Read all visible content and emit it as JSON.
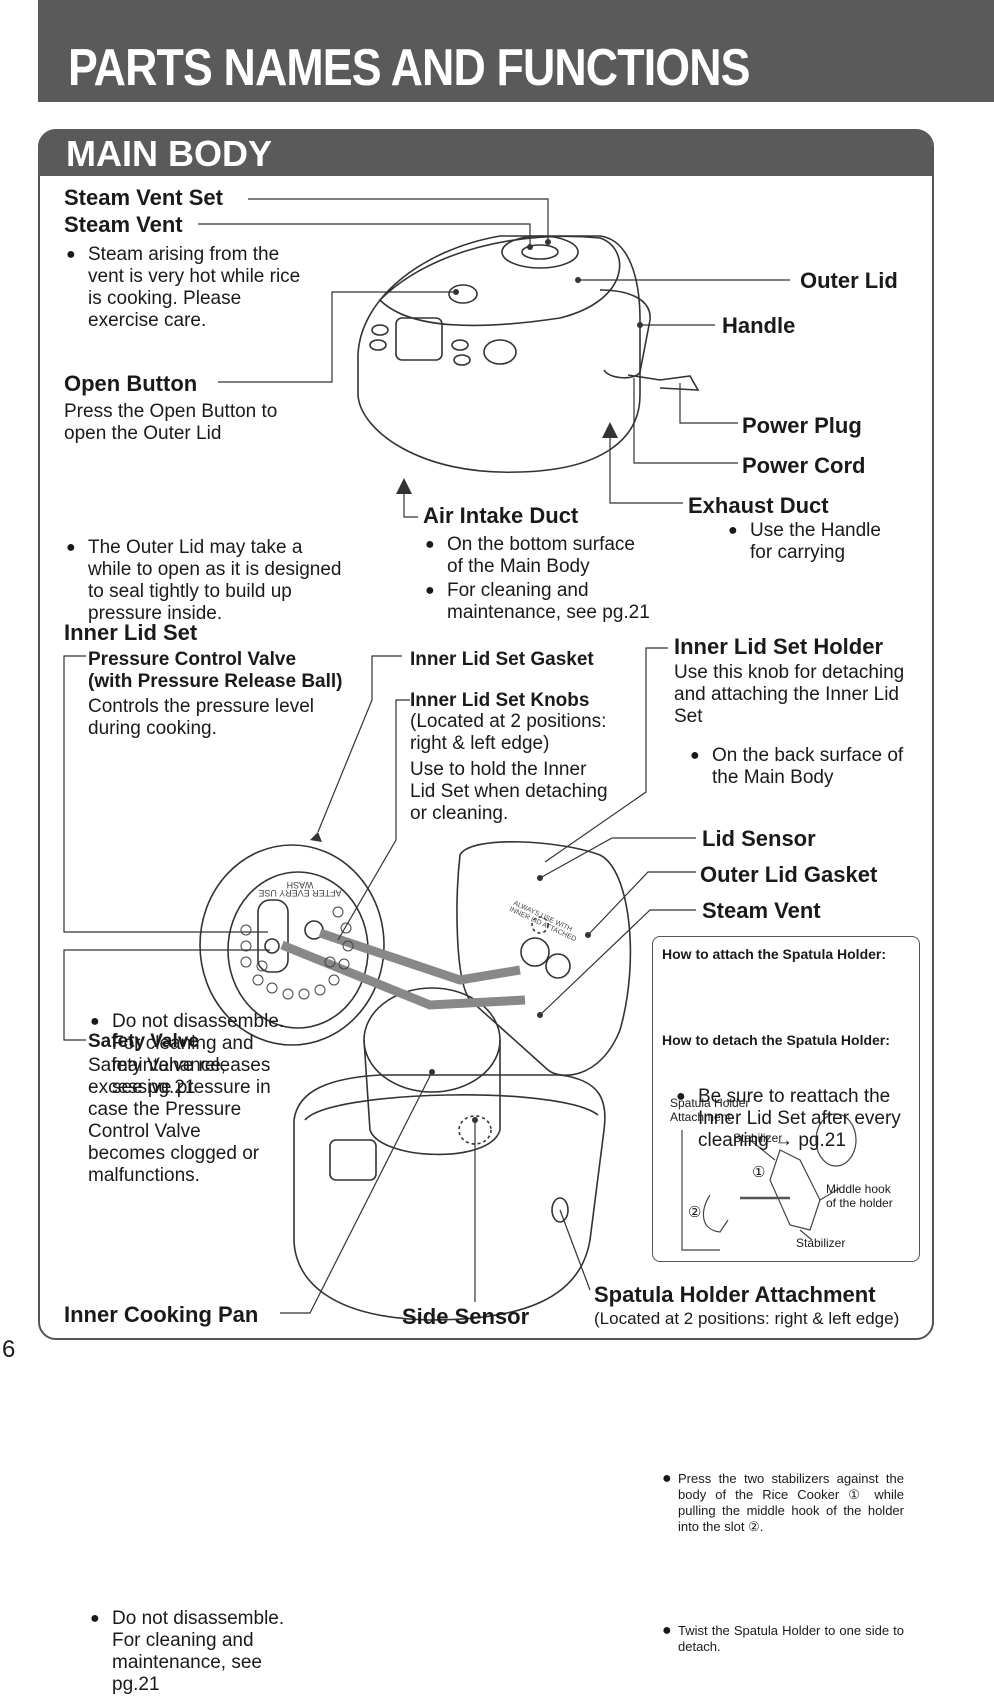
{
  "page_title": "PARTS NAMES AND FUNCTIONS",
  "section_title": "MAIN BODY",
  "page_number": "6",
  "steam_vent_set": "Steam Vent Set",
  "steam_vent": {
    "label": "Steam Vent",
    "notes": [
      "Steam arising from the",
      "vent is very hot while rice",
      "is cooking. Please",
      "exercise care."
    ]
  },
  "outer_lid": "Outer Lid",
  "handle": {
    "label": "Handle",
    "notes": [
      "Use the Handle",
      "for carrying"
    ]
  },
  "power_plug": "Power Plug",
  "power_cord": "Power Cord",
  "open_button": {
    "label": "Open Button",
    "desc": [
      "Press the Open Button to",
      "open the Outer Lid"
    ],
    "notes": [
      "The Outer Lid may take a",
      "while to open as it is designed",
      "to seal tightly to build up",
      "pressure inside."
    ]
  },
  "air_intake_duct": {
    "label": "Air Intake Duct",
    "notes": [
      [
        "On the bottom surface",
        "of the Main Body"
      ],
      [
        "For cleaning and",
        "maintenance, see pg.21"
      ]
    ]
  },
  "exhaust_duct": {
    "label": "Exhaust Duct",
    "notes": [
      "On the back surface of",
      "the Main Body"
    ]
  },
  "inner_lid_set": "Inner Lid Set",
  "pressure_control_valve": {
    "label": [
      "Pressure Control Valve",
      "(with Pressure Release Ball)"
    ],
    "desc": [
      "Controls the pressure level",
      "during cooking."
    ],
    "notes": [
      "Do not disassemble.",
      "For cleaning and",
      "maintenance,",
      "see pg.21"
    ]
  },
  "inner_lid_set_gasket": "Inner Lid Set Gasket",
  "inner_lid_set_knobs": {
    "label": "Inner Lid Set Knobs",
    "location": [
      "(Located at 2 positions:",
      "right & left edge)"
    ],
    "desc": [
      "Use to hold the Inner",
      "Lid Set when detaching",
      "or cleaning."
    ]
  },
  "inner_lid_set_holder": {
    "label": "Inner Lid Set Holder",
    "desc": [
      "Use this knob for detaching",
      "and attaching the Inner Lid",
      "Set"
    ],
    "notes": [
      "Be sure to reattach the",
      "Inner Lid Set after every",
      "cleaning → pg.21"
    ]
  },
  "lid_sensor": "Lid Sensor",
  "outer_lid_gasket": "Outer Lid Gasket",
  "steam_vent_2": "Steam Vent",
  "safety_valve": {
    "label": "Safety Valve",
    "desc": [
      "Safety Valve releases",
      "excessive pressure in",
      "case the Pressure",
      "Control Valve",
      "becomes clogged or",
      "malfunctions."
    ],
    "notes": [
      "Do not disassemble.",
      "For cleaning and",
      "maintenance, see",
      "pg.21"
    ]
  },
  "spatula_box": {
    "attach_title": "How to attach the Spatula Holder:",
    "attach_text": "Press the two stabilizers against the body of the Rice Cooker ① while pulling the middle hook of the holder into the slot ②.",
    "detach_title": "How to detach the Spatula Holder:",
    "detach_text": "Twist the Spatula Holder to one side to detach.",
    "labels": {
      "attachment": [
        "Spatula Holder",
        "Attachment"
      ],
      "stabilizer_top": "Stabilizer",
      "middle_hook": [
        "Middle hook",
        "of the holder"
      ],
      "stabilizer_bottom": "Stabilizer",
      "one": "①",
      "two": "②"
    }
  },
  "inner_cooking_pan": "Inner Cooking Pan",
  "side_sensor": "Side Sensor",
  "spatula_holder_attachment": {
    "label": "Spatula Holder Attachment",
    "location": "(Located at 2 positions: right & left edge)"
  },
  "lid_text": [
    "WASH",
    "AFTER EVERY USE"
  ],
  "inner_lid_text": [
    "ALWAYS USE WITH",
    "INNER LID ATTACHED"
  ]
}
